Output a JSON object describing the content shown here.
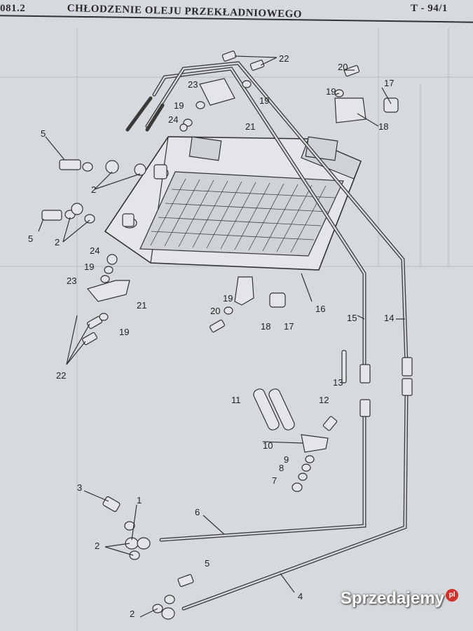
{
  "header": {
    "left": "081.2",
    "title": "CHŁODZENIE OLEJU PRZEKŁADNIOWEGO",
    "right": "T - 94/1"
  },
  "callouts": {
    "n1": "1",
    "n2": "2",
    "n3": "3",
    "n4": "4",
    "n5": "5",
    "n6": "6",
    "n7": "7",
    "n8": "8",
    "n9": "9",
    "n10": "10",
    "n11": "11",
    "n12": "12",
    "n13": "13",
    "n14": "14",
    "n15": "15",
    "n16": "16",
    "n17": "17",
    "n18": "18",
    "n19": "19",
    "n20": "20",
    "n21": "21",
    "n22": "22",
    "n23": "23",
    "n24": "24"
  },
  "watermark": {
    "text": "Sprzedajemy",
    "badge": "pl"
  }
}
